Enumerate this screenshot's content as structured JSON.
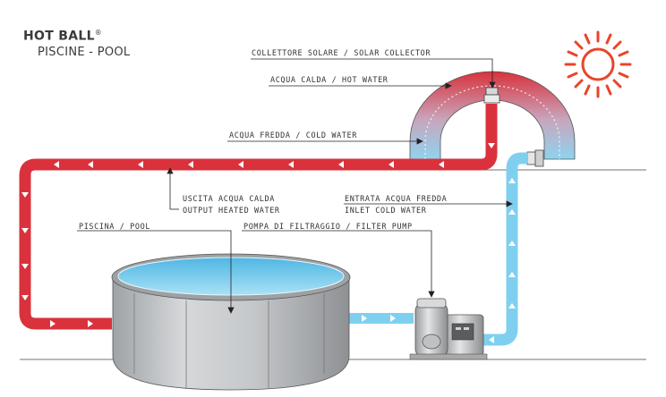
{
  "brand": {
    "title": "HOT BALL",
    "registered": "®",
    "subtitle": "PISCINE  - POOL"
  },
  "labels": {
    "solar_collector": "COLLETTORE SOLARE / SOLAR COLLECTOR",
    "hot_water": "ACQUA CALDA / HOT WATER",
    "cold_water": "ACQUA FREDDA / COLD WATER",
    "output_it": "USCITA ACQUA CALDA",
    "output_en": "OUTPUT HEATED WATER",
    "inlet_it": "ENTRATA ACQUA FREDDA",
    "inlet_en": "INLET COLD WATER",
    "pool": "PISCINA / POOL",
    "pump": "POMPA DI FILTRAGGIO / FILTER PUMP"
  },
  "colors": {
    "hot_pipe": "#d9323c",
    "cold_pipe": "#7fd0ef",
    "sun": "#e8452a",
    "pool_water": "#6cc6ea",
    "pool_wall": "#b9bcbf",
    "leader": "#222222"
  },
  "icons": {
    "sun": "sun-icon",
    "pump": "filter-pump-icon",
    "pool": "pool-icon",
    "collector": "solar-collector-icon"
  }
}
